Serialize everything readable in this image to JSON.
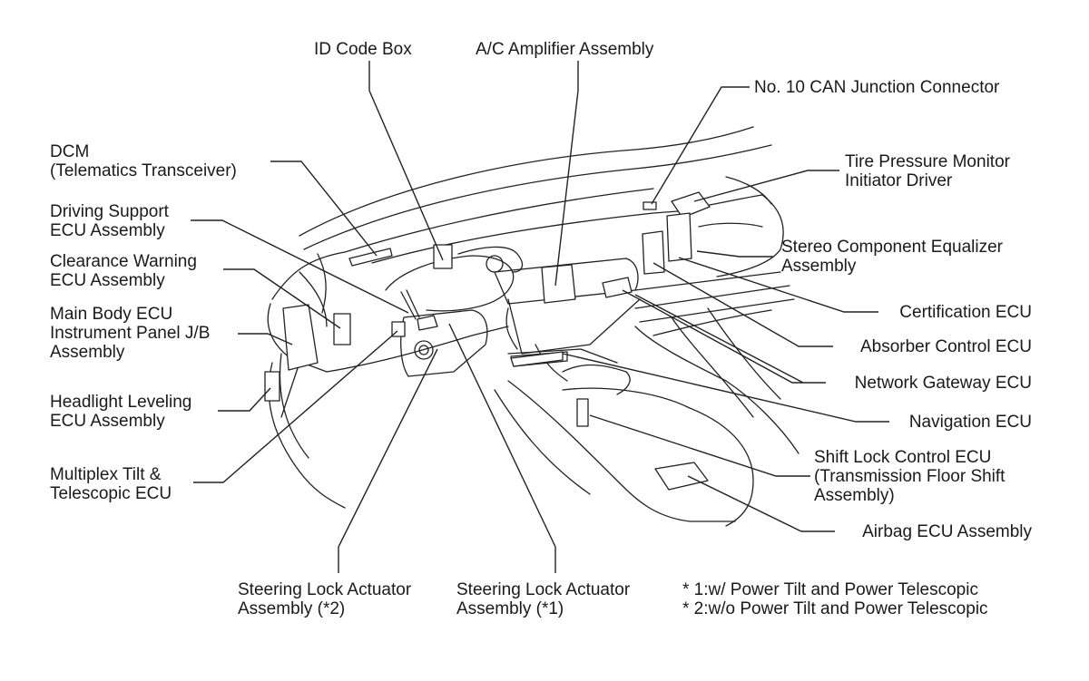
{
  "diagram": {
    "subject": "Instrument panel ECU and component locations",
    "labels": {
      "id_code_box": [
        "ID Code Box"
      ],
      "ac_amplifier": [
        "A/C Amplifier Assembly"
      ],
      "can_junction": [
        "No. 10 CAN Junction Connector"
      ],
      "dcm": [
        "DCM",
        "(Telematics Transceiver)"
      ],
      "tire_pressure": [
        "Tire Pressure Monitor",
        "Initiator Driver"
      ],
      "driving_support": [
        "Driving Support",
        "ECU Assembly"
      ],
      "clearance_warning": [
        "Clearance Warning",
        "ECU Assembly"
      ],
      "stereo_equalizer": [
        "Stereo Component Equalizer",
        "Assembly"
      ],
      "main_body_ecu": [
        "Main Body ECU",
        "Instrument Panel J/B",
        "Assembly"
      ],
      "certification_ecu": [
        "Certification ECU"
      ],
      "absorber_control": [
        "Absorber Control ECU"
      ],
      "network_gateway": [
        "Network Gateway ECU"
      ],
      "headlight_leveling": [
        "Headlight Leveling",
        "ECU Assembly"
      ],
      "navigation_ecu": [
        "Navigation ECU"
      ],
      "shift_lock": [
        "Shift Lock Control ECU",
        "(Transmission Floor Shift",
        "Assembly)"
      ],
      "multiplex_tilt": [
        "Multiplex Tilt &",
        "Telescopic ECU"
      ],
      "airbag_ecu": [
        "Airbag ECU Assembly"
      ],
      "steering_lock_2": [
        "Steering Lock Actuator",
        "Assembly (*2)"
      ],
      "steering_lock_1": [
        "Steering Lock Actuator",
        "Assembly (*1)"
      ]
    },
    "footnotes": [
      "* 1:w/ Power Tilt and Power Telescopic",
      "* 2:w/o Power Tilt and Power Telescopic"
    ]
  }
}
